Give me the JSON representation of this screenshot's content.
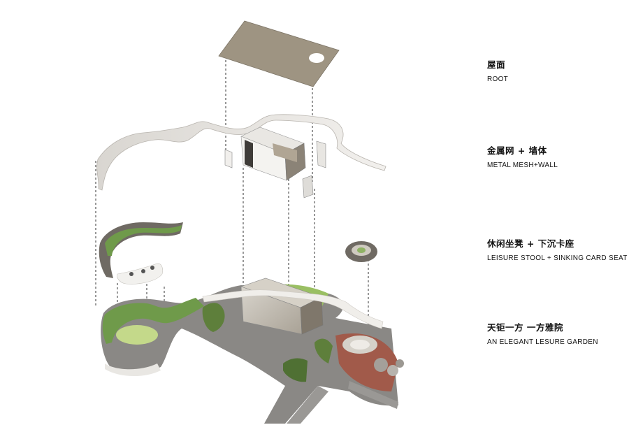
{
  "layers": [
    {
      "title_cn": "屋面",
      "title_en": "ROOT"
    },
    {
      "title_cn": "金属网 + 墙体",
      "title_en": "METAL MESH+WALL"
    },
    {
      "title_cn": "休闲坐凳 + 下沉卡座",
      "title_en": "LEISURE STOOL + SINKING CARD SEAT"
    },
    {
      "title_cn": "天钜一方 一方雅院",
      "title_en": "AN ELEGANT LESURE GARDEN"
    }
  ],
  "colors": {
    "roof": "#9e9482",
    "wall": "#e6e4e0",
    "green": "#6f9a4a",
    "paving": "#7d7b78",
    "accent_red": "#a15a4a"
  }
}
